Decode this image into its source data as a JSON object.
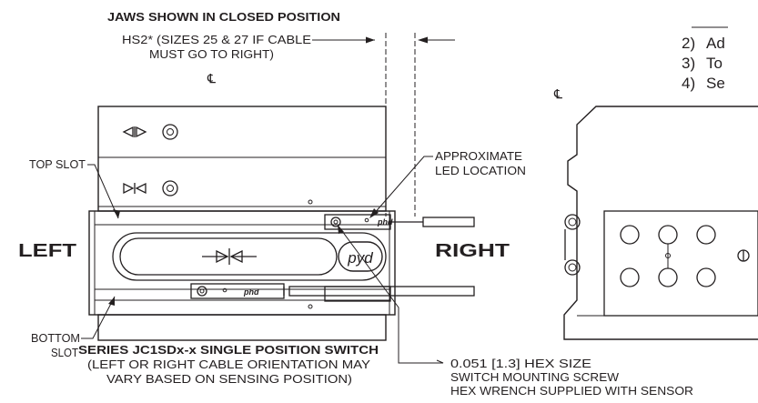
{
  "header": {
    "title": "JAWS SHOWN IN CLOSED POSITION",
    "hs2_line1": "HS2* (SIZES 25 & 27 IF CABLE",
    "hs2_line2": "MUST GO TO RIGHT)",
    "centerline_symbol": "℄"
  },
  "steps": [
    {
      "num": "2)",
      "text": "Ad"
    },
    {
      "num": "3)",
      "text": "To"
    },
    {
      "num": "4)",
      "text": "Se"
    }
  ],
  "labels": {
    "top_slot": "TOP SLOT",
    "bottom_slot_line1": "BOTTOM",
    "bottom_slot_line2": "SLOT",
    "left": "LEFT",
    "right": "RIGHT",
    "led_line1": "APPROXIMATE",
    "led_line2": "LED LOCATION"
  },
  "logos": {
    "body": "pyd",
    "switch": "phd"
  },
  "series": {
    "title": "SERIES JC1SDx-x SINGLE POSITION SWITCH",
    "line2": "(LEFT OR RIGHT CABLE ORIENTATION MAY",
    "line3": "VARY BASED ON SENSING POSITION)"
  },
  "hex": {
    "line1": "0.051 [1.3] HEX SIZE",
    "line2": "SWITCH MOUNTING SCREW",
    "line3": "HEX WRENCH SUPPLIED WITH SENSOR"
  }
}
